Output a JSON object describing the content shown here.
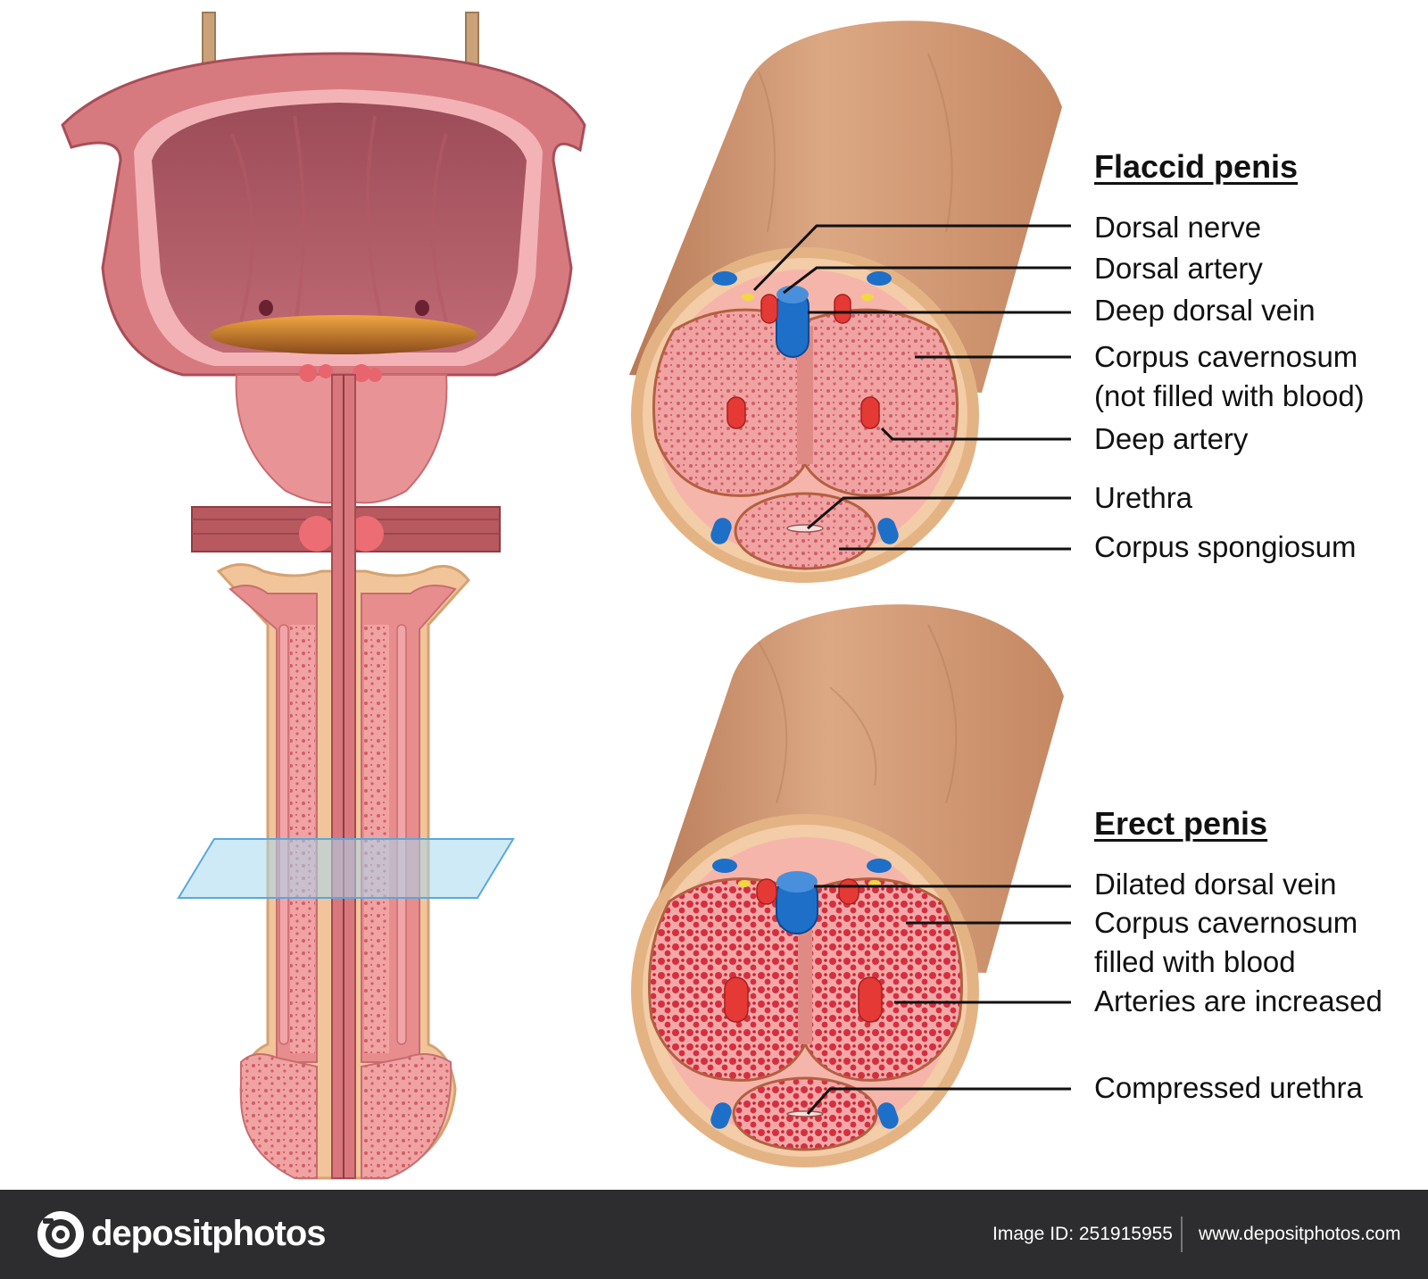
{
  "flaccid": {
    "title": "Flaccid penis",
    "labels": {
      "dorsal_nerve": "Dorsal nerve",
      "dorsal_artery": "Dorsal artery",
      "deep_dorsal_vein": "Deep dorsal vein",
      "corpus_cavernosum_1": "Corpus cavernosum",
      "corpus_cavernosum_2": "(not filled with blood)",
      "deep_artery": "Deep artery",
      "urethra": "Urethra",
      "corpus_spongiosum": "Corpus spongiosum"
    }
  },
  "erect": {
    "title": "Erect penis",
    "labels": {
      "dilated_dorsal_vein": "Dilated dorsal vein",
      "corpus_cavernosum_1": "Corpus cavernosum",
      "corpus_cavernosum_2": "filled with blood",
      "arteries_increased": "Arteries are increased",
      "compressed_urethra": "Compressed urethra"
    }
  },
  "watermark": "depositphotos",
  "footer": {
    "brand": "depositphotos",
    "image_id": "Image ID: 251915955",
    "url": "www.depositphotos.com"
  },
  "colors": {
    "background": "#ffffff",
    "footer": "#2d2d30",
    "skin": "#d9a07e",
    "tissue": "#e88d8d",
    "artery": "#e53935",
    "vein": "#1e6fc8",
    "plane": "#a8d8f0"
  }
}
